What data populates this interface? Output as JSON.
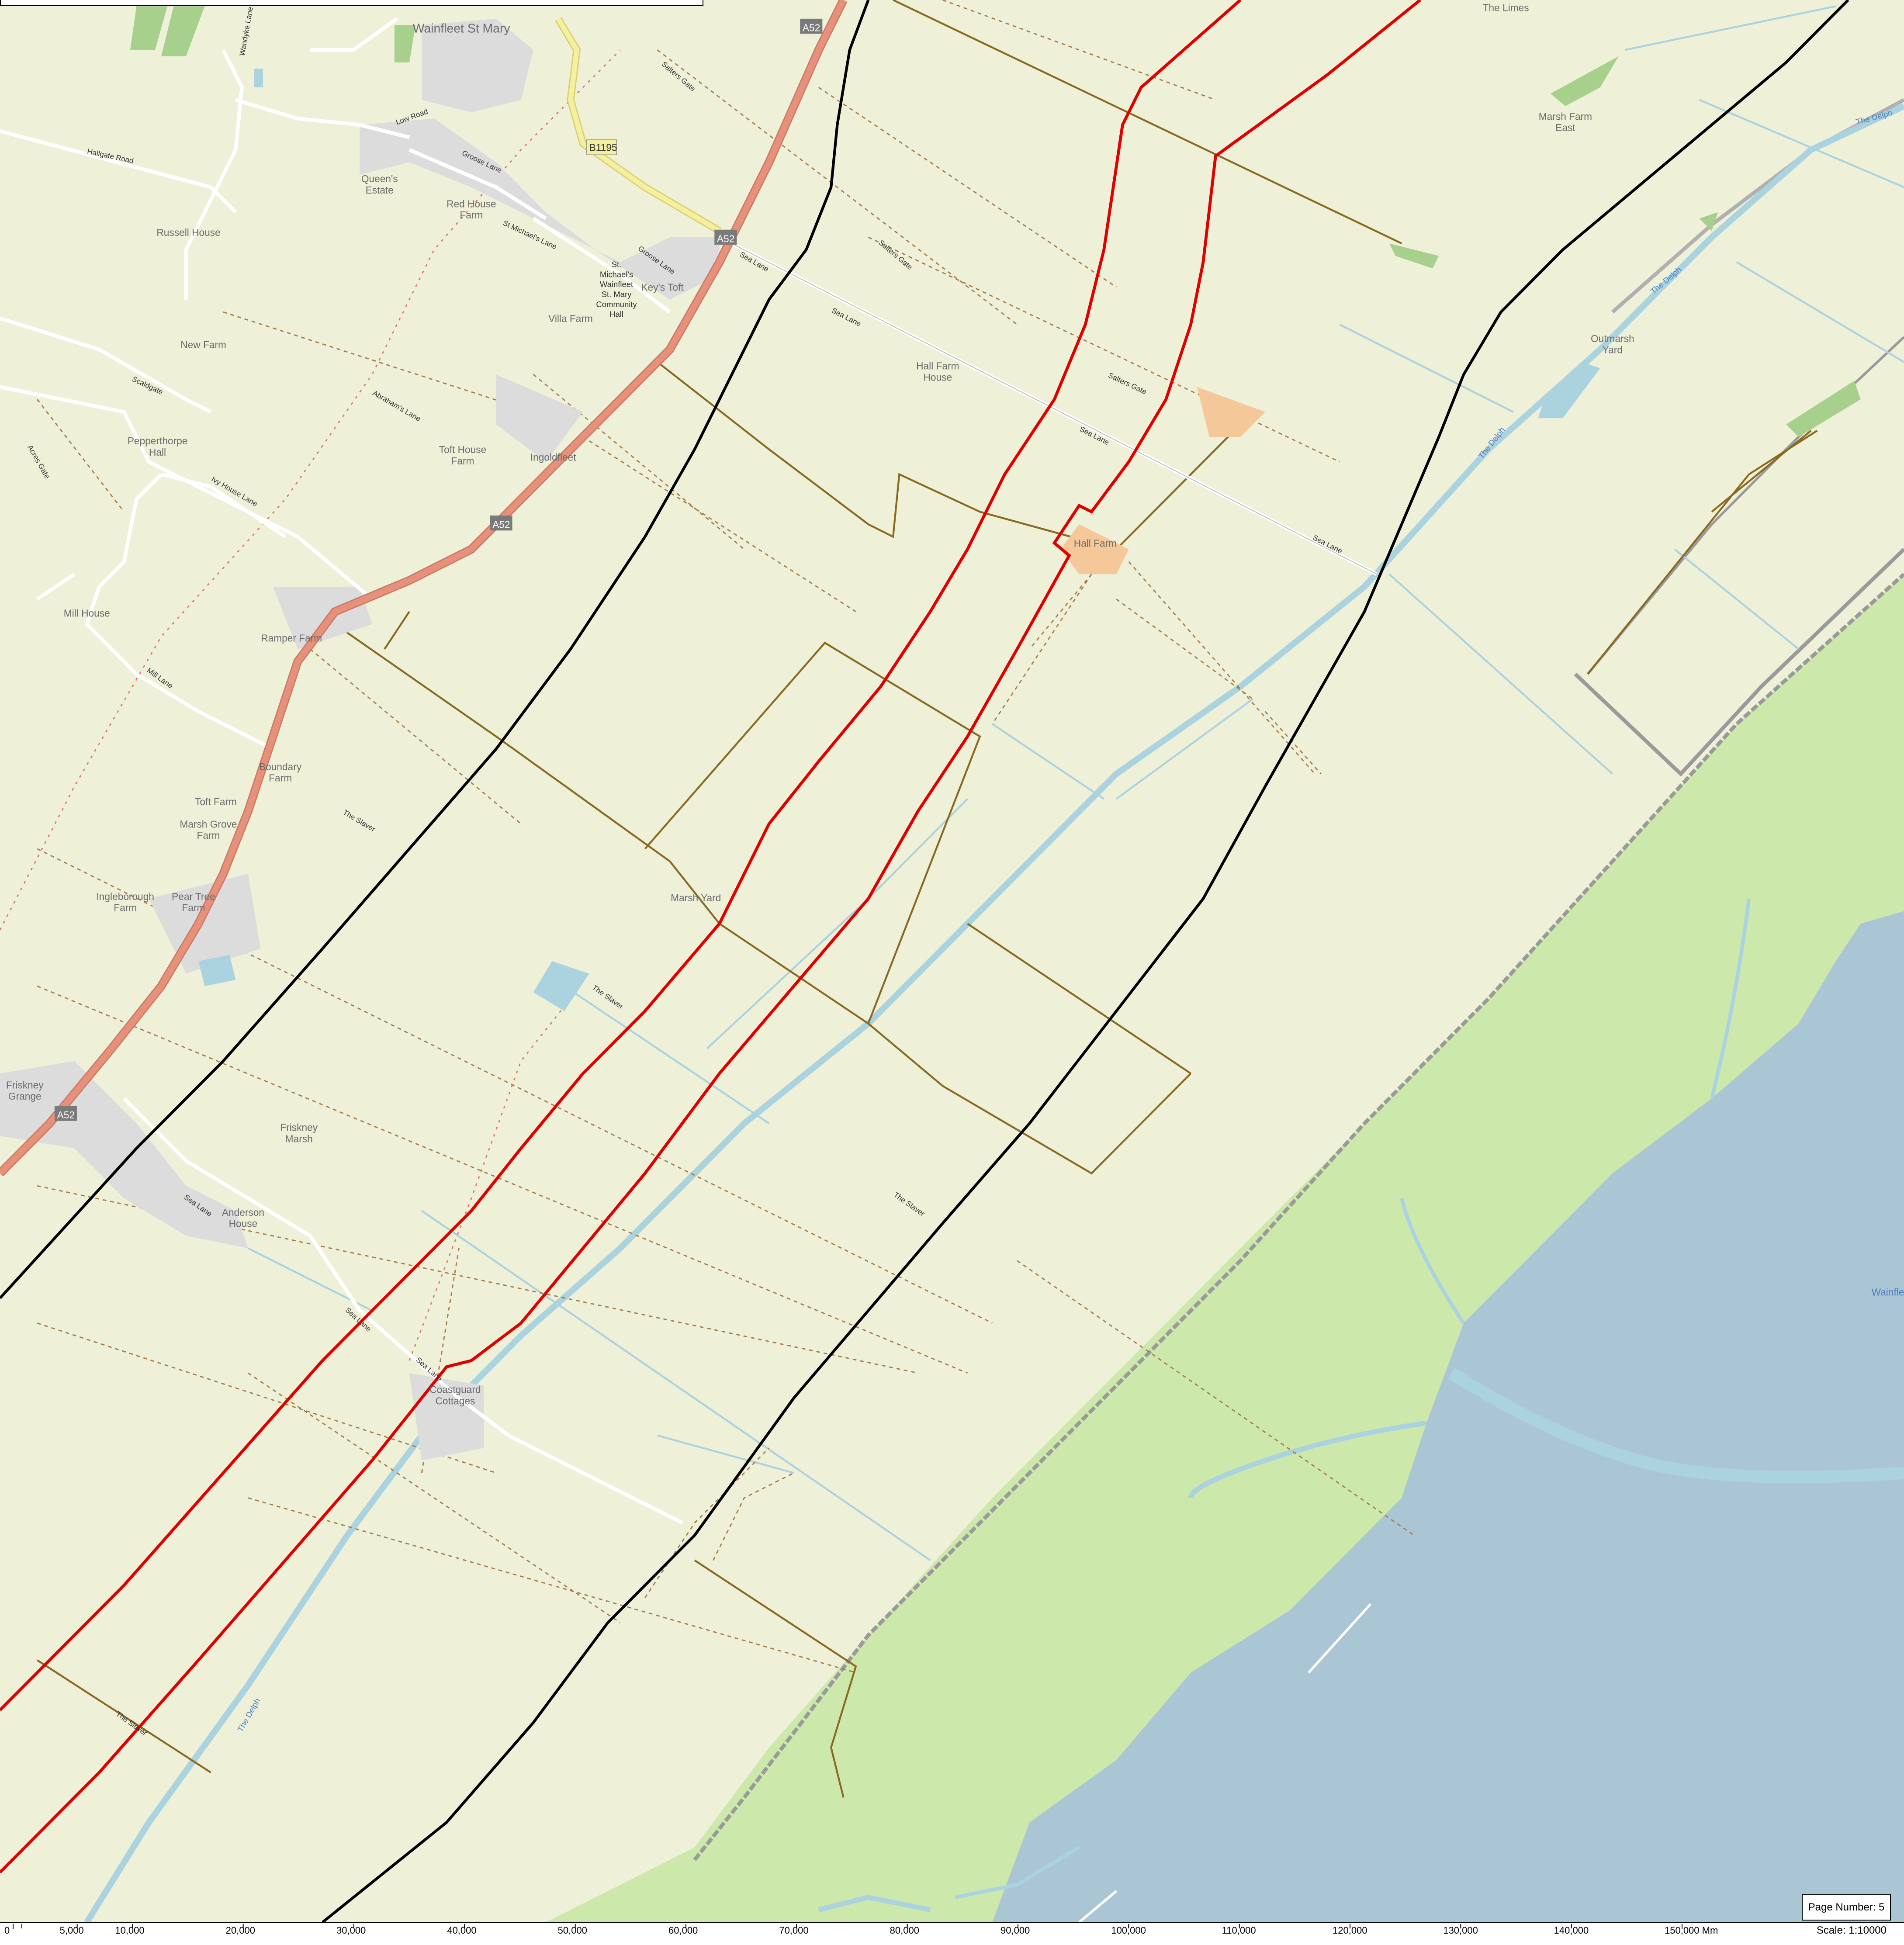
{
  "map": {
    "colors": {
      "land": "#eef0d8",
      "urban": "#dcdcdc",
      "saltmarsh": "#cde8ab",
      "sea": "#aac5d3",
      "water": "#aad3df",
      "route_red": "#e00000",
      "route_black": "#000000",
      "track": "#8a6a22",
      "primary_road": "#e8917a",
      "secondary_road": "#f5f0a0",
      "farm_highlight": "#f5c89a"
    },
    "town": "Wainfleet St Mary",
    "places": {
      "the_limes": "The Limes",
      "marsh_farm_east_1": "Marsh Farm",
      "marsh_farm_east_2": "East",
      "queens_estate_1": "Queen's",
      "queens_estate_2": "Estate",
      "red_house_1": "Red House",
      "red_house_2": "Farm",
      "russell_house": "Russell House",
      "st_michaels_1": "St.",
      "st_michaels_2": "Michael's",
      "st_michaels_3": "Wainfleet",
      "st_michaels_4": "St. Mary",
      "st_michaels_5": "Community",
      "st_michaels_6": "Hall",
      "keys_toft": "Key's Toft",
      "villa_farm": "Villa Farm",
      "new_farm": "New Farm",
      "hall_farm_house_1": "Hall Farm",
      "hall_farm_house_2": "House",
      "outmarsh_yard_1": "Outmarsh",
      "outmarsh_yard_2": "Yard",
      "pepperthorpe_1": "Pepperthorpe",
      "pepperthorpe_2": "Hall",
      "toft_house_1": "Toft House",
      "toft_house_2": "Farm",
      "ingoldfleet": "Ingoldfleet",
      "hall_farm": "Hall Farm",
      "mill_house": "Mill House",
      "ramper_farm": "Ramper Farm",
      "boundary_farm_1": "Boundary",
      "boundary_farm_2": "Farm",
      "toft_farm": "Toft Farm",
      "marsh_grove_1": "Marsh Grove",
      "marsh_grove_2": "Farm",
      "ingleborough_1": "Ingleborough",
      "ingleborough_2": "Farm",
      "pear_tree_1": "Pear Tree",
      "pear_tree_2": "Farm",
      "marsh_yard": "Marsh Yard",
      "friskney_grange_1": "Friskney",
      "friskney_grange_2": "Grange",
      "friskney_marsh_1": "Friskney",
      "friskney_marsh_2": "Marsh",
      "anderson_house_1": "Anderson",
      "anderson_house_2": "House",
      "coastguard_1": "Coastguard",
      "coastguard_2": "Cottages",
      "wainfleet_sea": "Wainfle"
    },
    "roads": {
      "a52": "A52",
      "b1195": "B1195",
      "sea_lane": "Sea Lane",
      "salters_gate": "Salters Gate",
      "the_slaver": "The Slaver",
      "mill_lane": "Mill Lane",
      "ivy_house_lane": "Ivy House Lane",
      "scaldgate": "Scaldgate",
      "hallgate_road": "Hallgate Road",
      "low_road": "Low Road",
      "groose_lane": "Groose Lane",
      "st_michaels_lane": "St Michael's Lane",
      "abrahams_lane": "Abraham's Lane",
      "wandyke_lane": "Wandyke Lane",
      "acres_gate": "Acres Gate"
    },
    "waterways": {
      "the_delph": "The Delph"
    }
  },
  "footer": {
    "page_number": "Page Number: 5",
    "scale": "Scale: 1:10000",
    "ticks": [
      "0",
      "5,000",
      "10,000",
      "20,000",
      "30,000",
      "40,000",
      "50,000",
      "60,000",
      "70,000",
      "80,000",
      "90,000",
      "100,000",
      "110,000",
      "120,000",
      "130,000",
      "140,000",
      "150,000 Mm"
    ]
  }
}
